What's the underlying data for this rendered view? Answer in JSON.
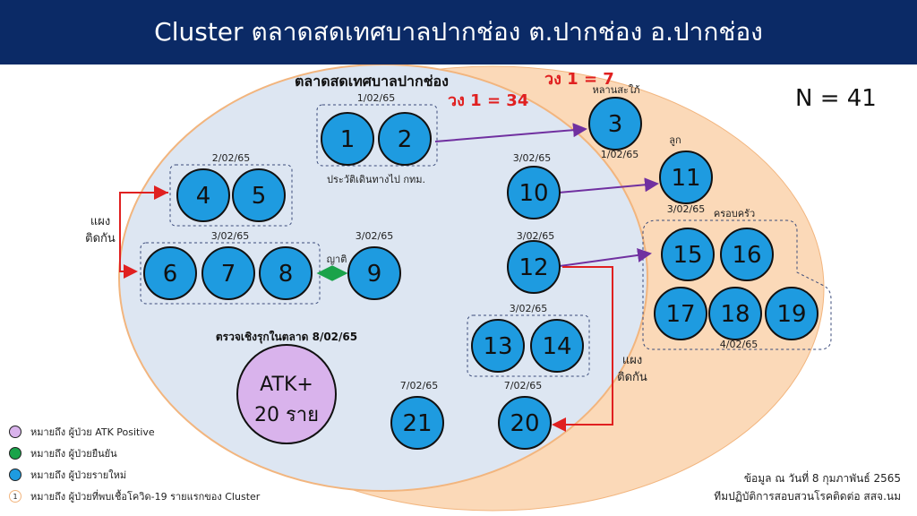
{
  "title": "Cluster ตลาดสดเทศบาลปากช่อง ต.ปากช่อง อ.ปากช่อง",
  "n_total": "N = 41",
  "market_label": "ตลาดสดเทศบาลปากช่อง",
  "ring1_market": "วง 1 = 34",
  "ring1_outside": "วง 1 = 7",
  "dates": {
    "d_1_2": "1/02/65",
    "d_4_5": "2/02/65",
    "d_6_8": "3/02/65",
    "d_9": "3/02/65",
    "d_10": "3/02/65",
    "d_3": "1/02/65",
    "d_11": "3/02/65",
    "d_12": "3/02/65",
    "d_13_14": "3/02/65",
    "d_15_19": "4/02/65",
    "d_21": "7/02/65",
    "d_20": "7/02/65"
  },
  "annotations": {
    "travel": "ประวัติเดินทางไป กทม.",
    "niece": "หลานสะใภ้",
    "child": "ลูก",
    "family": "ครอบครัว",
    "relative": "ญาติ",
    "stall_left": "แผง\nติดกัน",
    "stall_right": "แผง\nติดกัน",
    "screening": "ตรวจเชิงรุกในตลาด 8/02/65"
  },
  "atk": {
    "line1": "ATK+",
    "line2": "20 ราย"
  },
  "cases": [
    "1",
    "2",
    "3",
    "4",
    "5",
    "6",
    "7",
    "8",
    "9",
    "10",
    "11",
    "12",
    "13",
    "14",
    "15",
    "16",
    "17",
    "18",
    "19",
    "20",
    "21"
  ],
  "legend": [
    {
      "label": "หมายถึง ผู้ป่วย ATK Positive",
      "color": "#d9b3ec"
    },
    {
      "label": "หมายถึง ผู้ป่วยยืนยัน",
      "color": "#1aa34a"
    },
    {
      "label": "หมายถึง ผู้ป่วยรายใหม่",
      "color": "#1e9be0"
    },
    {
      "label": "หมายถึง ผู้ป่วยที่พบเชื้อโควิด-19 รายแรกของ Cluster",
      "color": "#ffffff",
      "marker": "1"
    }
  ],
  "source": {
    "line1": "ข้อมูล ณ วันที่ 8 กุมภาพันธ์ 2565",
    "line2": "ทีมปฏิบัติการสอบสวนโรคติดต่อ สสจ.นม"
  },
  "colors": {
    "header": "#0b2a66",
    "case": "#1e9be0",
    "atk": "#d9b3ec",
    "market_ellipse": "#dde6f2",
    "outer_ellipse": "#fbd9b8",
    "ring_text": "#e02020",
    "arrow_purple": "#7030a0",
    "arrow_red": "#e02020",
    "arrow_green": "#1aa34a"
  }
}
